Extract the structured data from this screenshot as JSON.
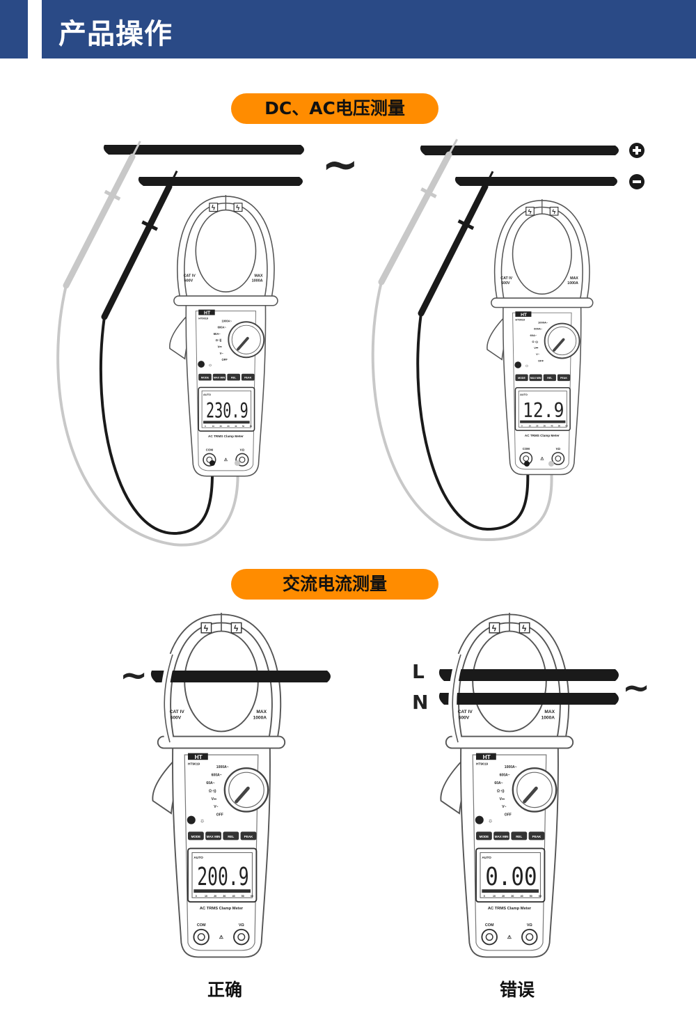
{
  "header": {
    "title": "产品操作"
  },
  "sections": [
    {
      "label": "DC、AC电压测量"
    },
    {
      "label": "交流电流测量"
    }
  ],
  "symbols": {
    "ac_tilde": "~",
    "line": "L",
    "neutral": "N",
    "plus": "+",
    "minus": "−"
  },
  "captions": {
    "correct": "正确",
    "wrong": "错误"
  },
  "meter": {
    "cat_label": [
      "CAT IV",
      "600V"
    ],
    "max_label": [
      "MAX",
      "1000A"
    ],
    "brand": "HT",
    "model": "HT9019",
    "dial_positions": [
      "1000A~",
      "600A~",
      "60A~",
      "Ω •))",
      "V⎓",
      "V~",
      "OFF"
    ],
    "buttons": [
      "MODE",
      "MAX MIN",
      "REL",
      "PEAK"
    ],
    "lcd_mode": "AUTO",
    "lcd_scale": [
      "0",
      "10",
      "20",
      "30",
      "40",
      "50",
      "60"
    ],
    "product_label": "AC TRMS Clamp Meter",
    "jack_com": "COM",
    "jack_v": "VΩ"
  },
  "readings": [
    "230.9",
    "12.9",
    "200.9",
    "0.00"
  ],
  "colors": {
    "header": "#2a4a86",
    "pill": "#ff8c00",
    "cable": "#1a1a1a",
    "probe_red": "#c0c0c0"
  }
}
